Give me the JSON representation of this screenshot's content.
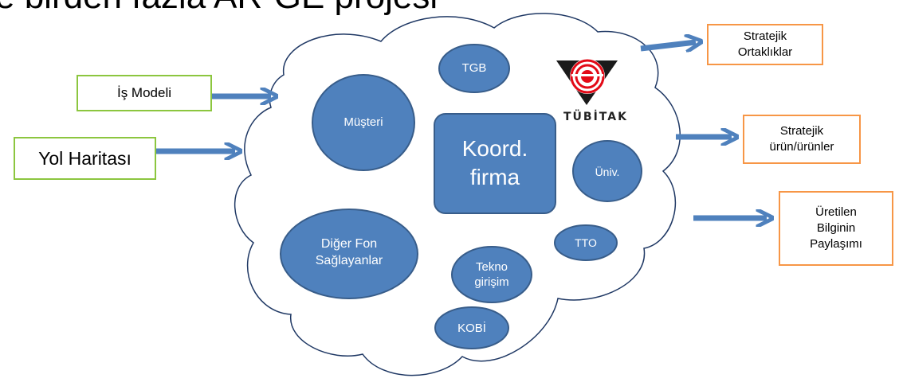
{
  "title": "e birden fazla AR-GE projesi",
  "inputs": {
    "is_modeli": "İş Modeli",
    "yol_haritasi": "Yol Haritası"
  },
  "outputs": {
    "stratejik_ortakliklar": [
      "Stratejik",
      "Ortaklıklar"
    ],
    "stratejik_urunler": [
      "Stratejik",
      "ürün/ürünler"
    ],
    "bilgi_paylasimi": [
      "Üretilen",
      "Bilginin",
      "Paylaşımı"
    ]
  },
  "cloud": {
    "center": [
      "Koord.",
      "firma"
    ],
    "tgb": "TGB",
    "musteri": "Müşteri",
    "univ": "Üniv.",
    "tto": "TTO",
    "diger_fon": [
      "Diğer Fon",
      "Sağlayanlar"
    ],
    "tekno": [
      "Tekno",
      "girişim"
    ],
    "kobi": "KOBİ"
  },
  "logo": {
    "text": "TÜBİTAK",
    "icon": "tubitak-logo-icon"
  },
  "colors": {
    "node_fill": "#4f81bd",
    "node_stroke": "#385d8a",
    "arrow": "#4f81bd",
    "cloud_stroke": "#1f3864",
    "input_border": "#8cc63f",
    "output_border": "#f79646",
    "logo_red": "#e30a17"
  }
}
